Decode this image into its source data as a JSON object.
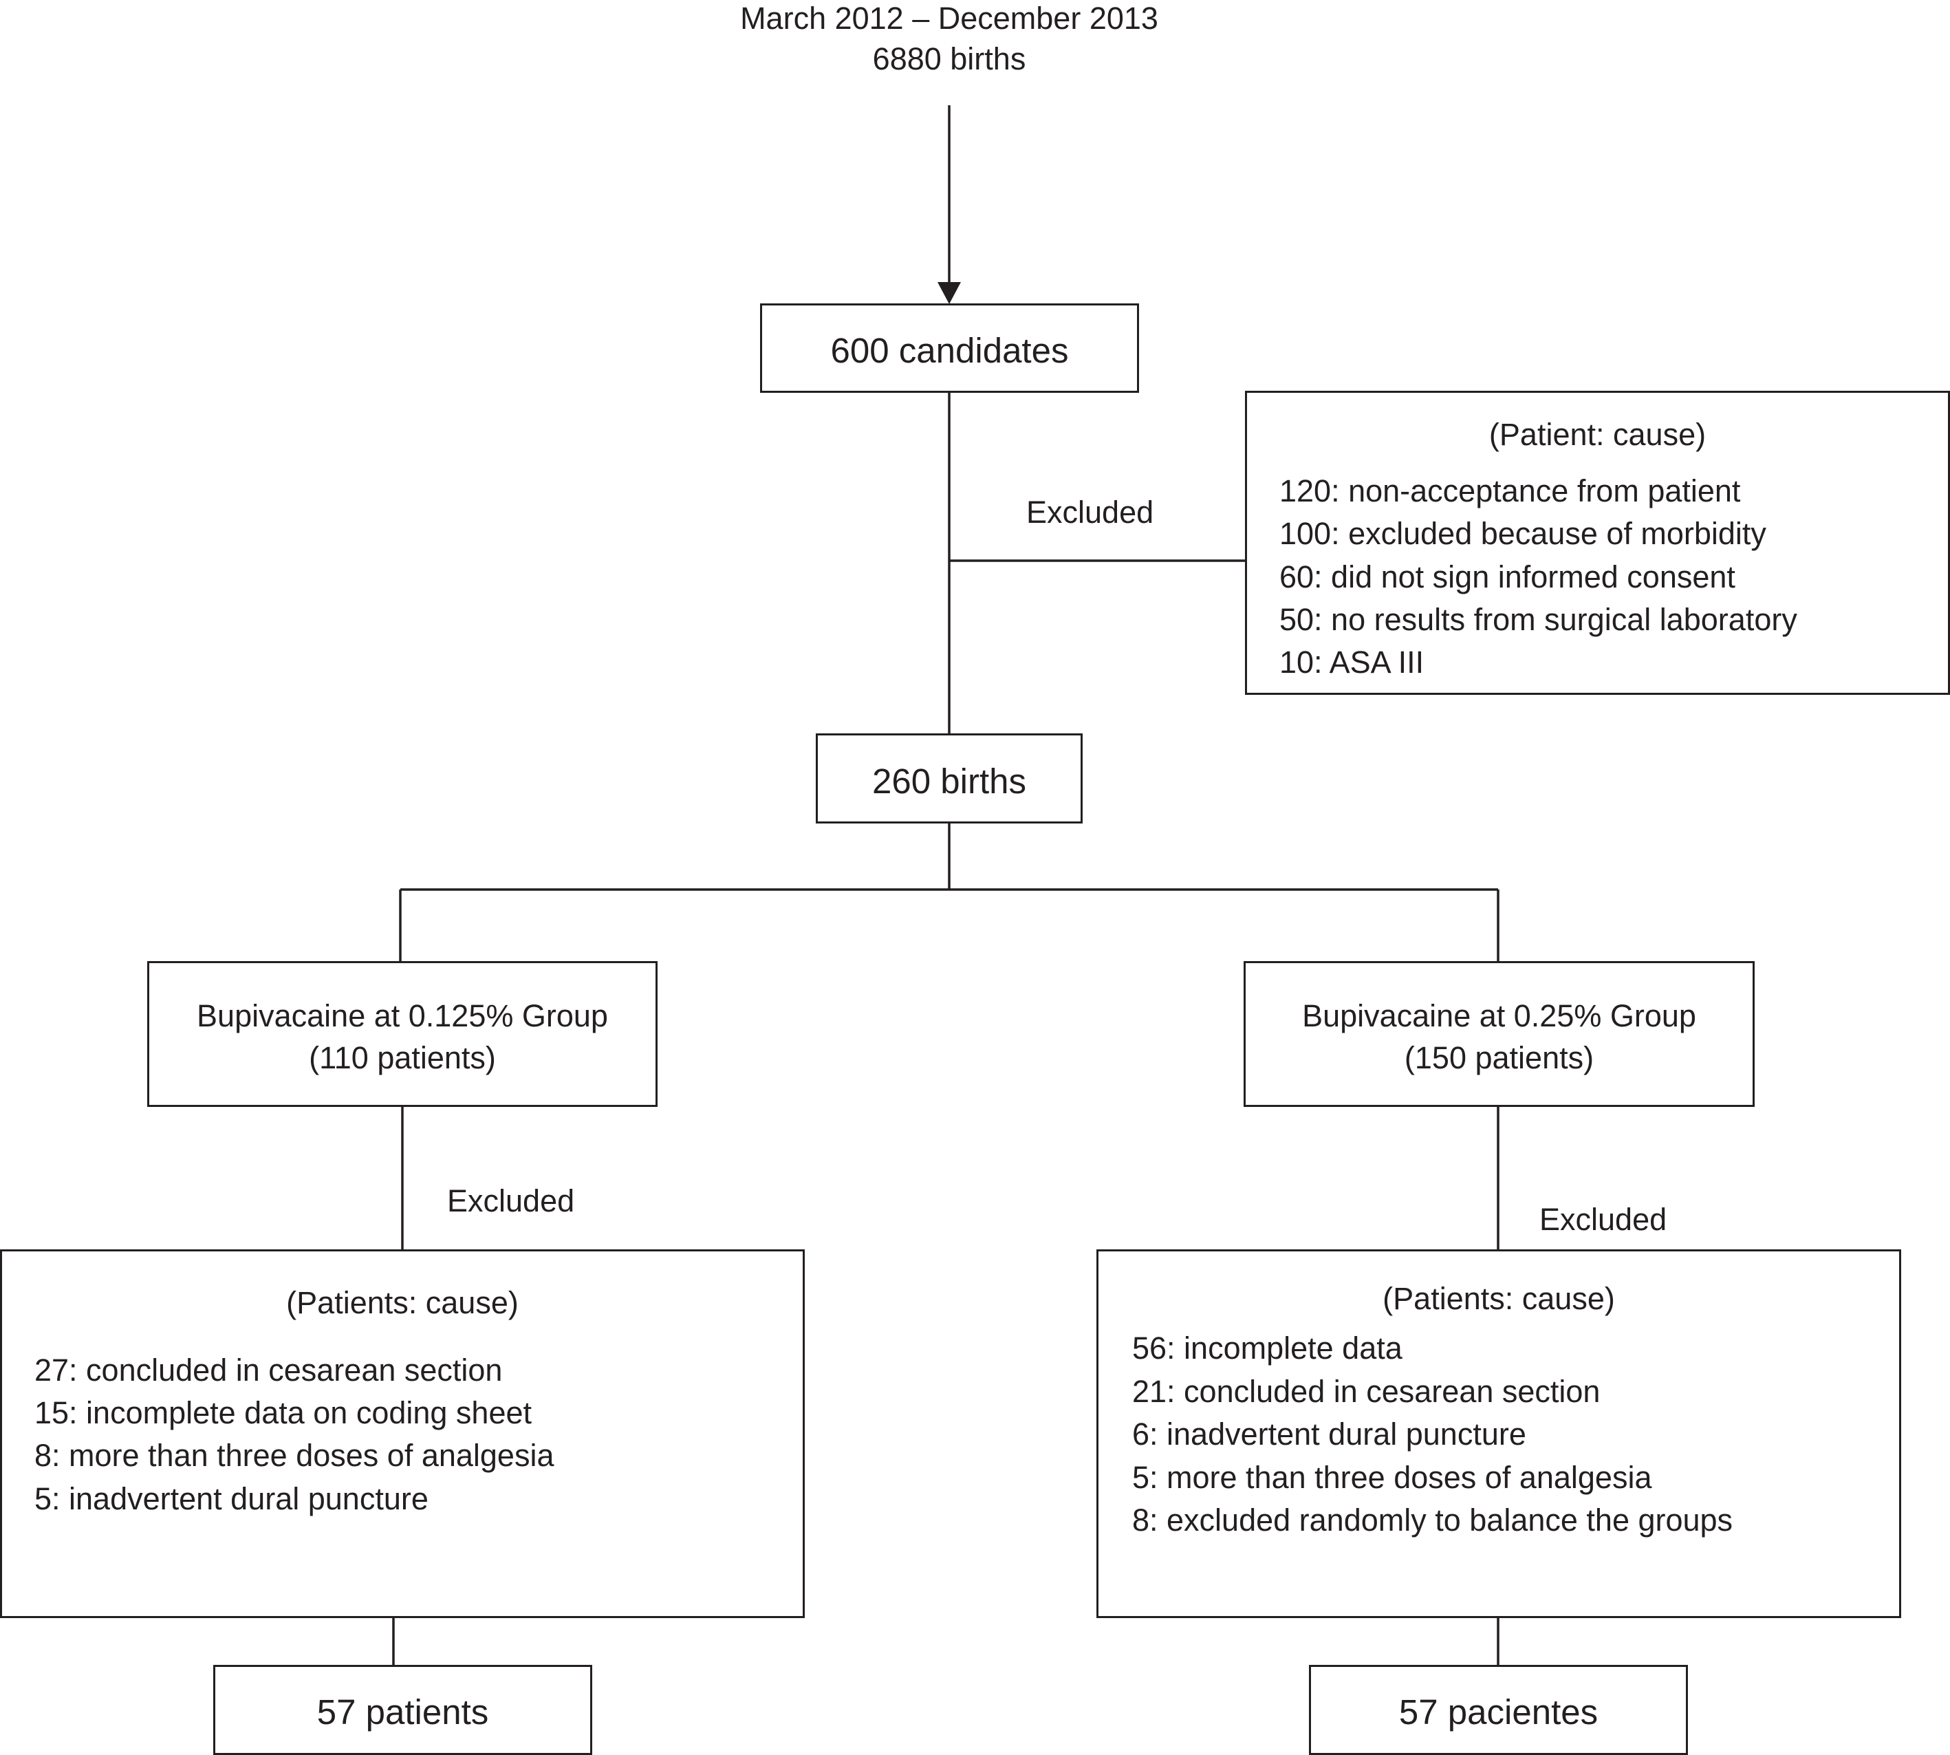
{
  "header": {
    "period": "March 2012 – December 2013",
    "births": "6880 births"
  },
  "nodes": {
    "candidates": "600 candidates",
    "births_260": "260 births",
    "group_a_title": "Bupivacaine at 0.125% Group",
    "group_a_count": "(110 patients)",
    "group_b_title": "Bupivacaine at 0.25% Group",
    "group_b_count": "(150 patients)",
    "final_a": "57 patients",
    "final_b": "57 pacientes"
  },
  "exclusion_top": {
    "label": "Excluded",
    "heading": "(Patient: cause)",
    "items": [
      "120: non-acceptance from patient",
      "100: excluded because of morbidity",
      "60: did not sign informed consent",
      "50: no results from surgical laboratory",
      "10: ASA III"
    ]
  },
  "exclusion_a": {
    "label": "Excluded",
    "heading": "(Patients: cause)",
    "items": [
      "27: concluded in cesarean section",
      "15: incomplete data on coding sheet",
      "8: more than three doses of analgesia",
      "5: inadvertent dural puncture"
    ]
  },
  "exclusion_b": {
    "label": "Excluded",
    "heading": "(Patients: cause)",
    "items": [
      "56: incomplete data",
      "21: concluded in cesarean section",
      "6: inadvertent dural puncture",
      "5: more than three doses of analgesia",
      "8: excluded randomly to balance the groups"
    ]
  }
}
